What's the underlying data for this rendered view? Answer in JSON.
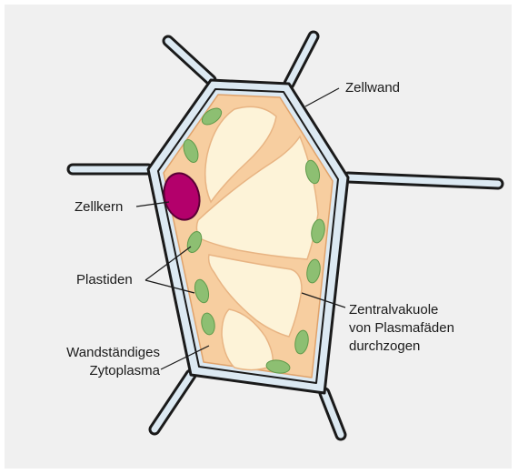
{
  "labels": {
    "zellwand": "Zellwand",
    "zellkern": "Zellkern",
    "plastiden": "Plastiden",
    "wandstaendiges_zytoplasma": [
      "Wandständiges",
      "Zytoplasma"
    ],
    "zentralvakuole": [
      "Zentralvakuole",
      "von Plasmafäden",
      "durchzogen"
    ]
  },
  "colors": {
    "background": "#f0f0f0",
    "cell_wall_outline": "#1a1a1a",
    "cell_wall_fill": "#dce9f2",
    "cytoplasm": "#f7ceA0",
    "vacuole": "#fdf3d8",
    "vacuole_outline": "#e8b483",
    "nucleus": "#b3006b",
    "plastid": "#8dbf72",
    "leader_line": "#1a1a1a"
  }
}
